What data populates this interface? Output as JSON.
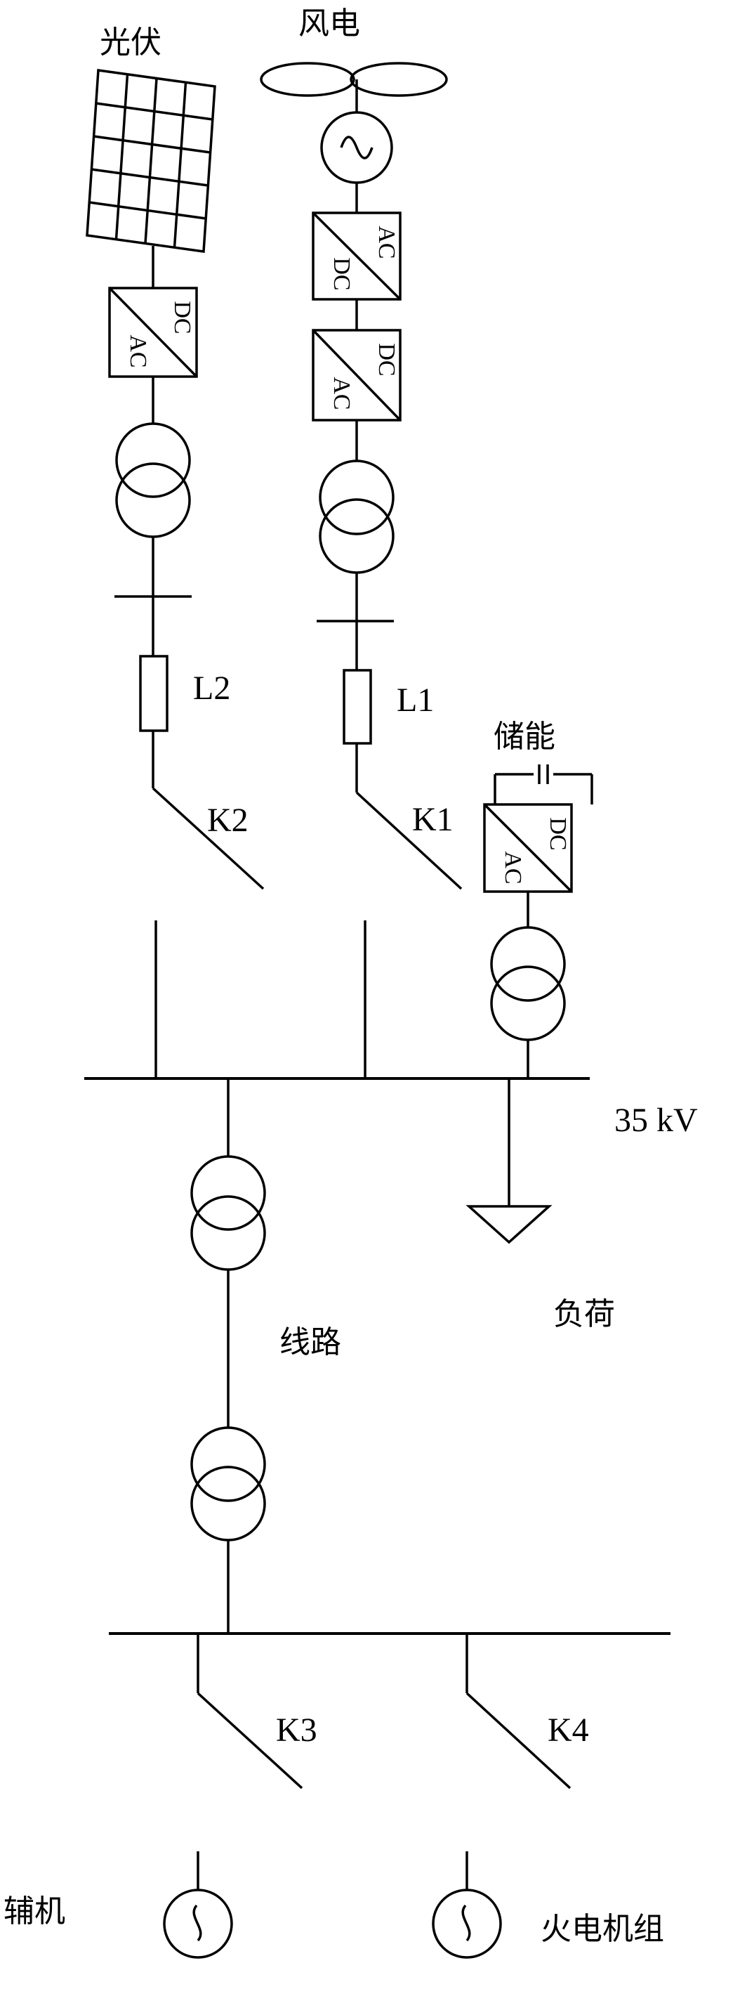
{
  "labels": {
    "pv": "光伏",
    "wind": "风电",
    "storage": "储能",
    "bus_voltage": "35 kV",
    "load": "负荷",
    "line": "线路",
    "aux": "辅机",
    "thermal": "火电机组",
    "l1": "L1",
    "l2": "L2",
    "k1": "K1",
    "k2": "K2",
    "k3": "K3",
    "k4": "K4"
  },
  "converters": {
    "pv_top": "DC",
    "pv_bottom": "AC",
    "wind1_top": "AC",
    "wind1_bottom": "DC",
    "wind2_top": "DC",
    "wind2_bottom": "AC",
    "storage_top": "DC",
    "storage_bottom": "AC"
  },
  "icons": [
    "solar-panel-icon",
    "wind-turbine-icon",
    "generator-icon",
    "transformer-icon",
    "converter-icon",
    "reactor-icon",
    "switch-icon",
    "load-icon",
    "capacitor-icon"
  ]
}
